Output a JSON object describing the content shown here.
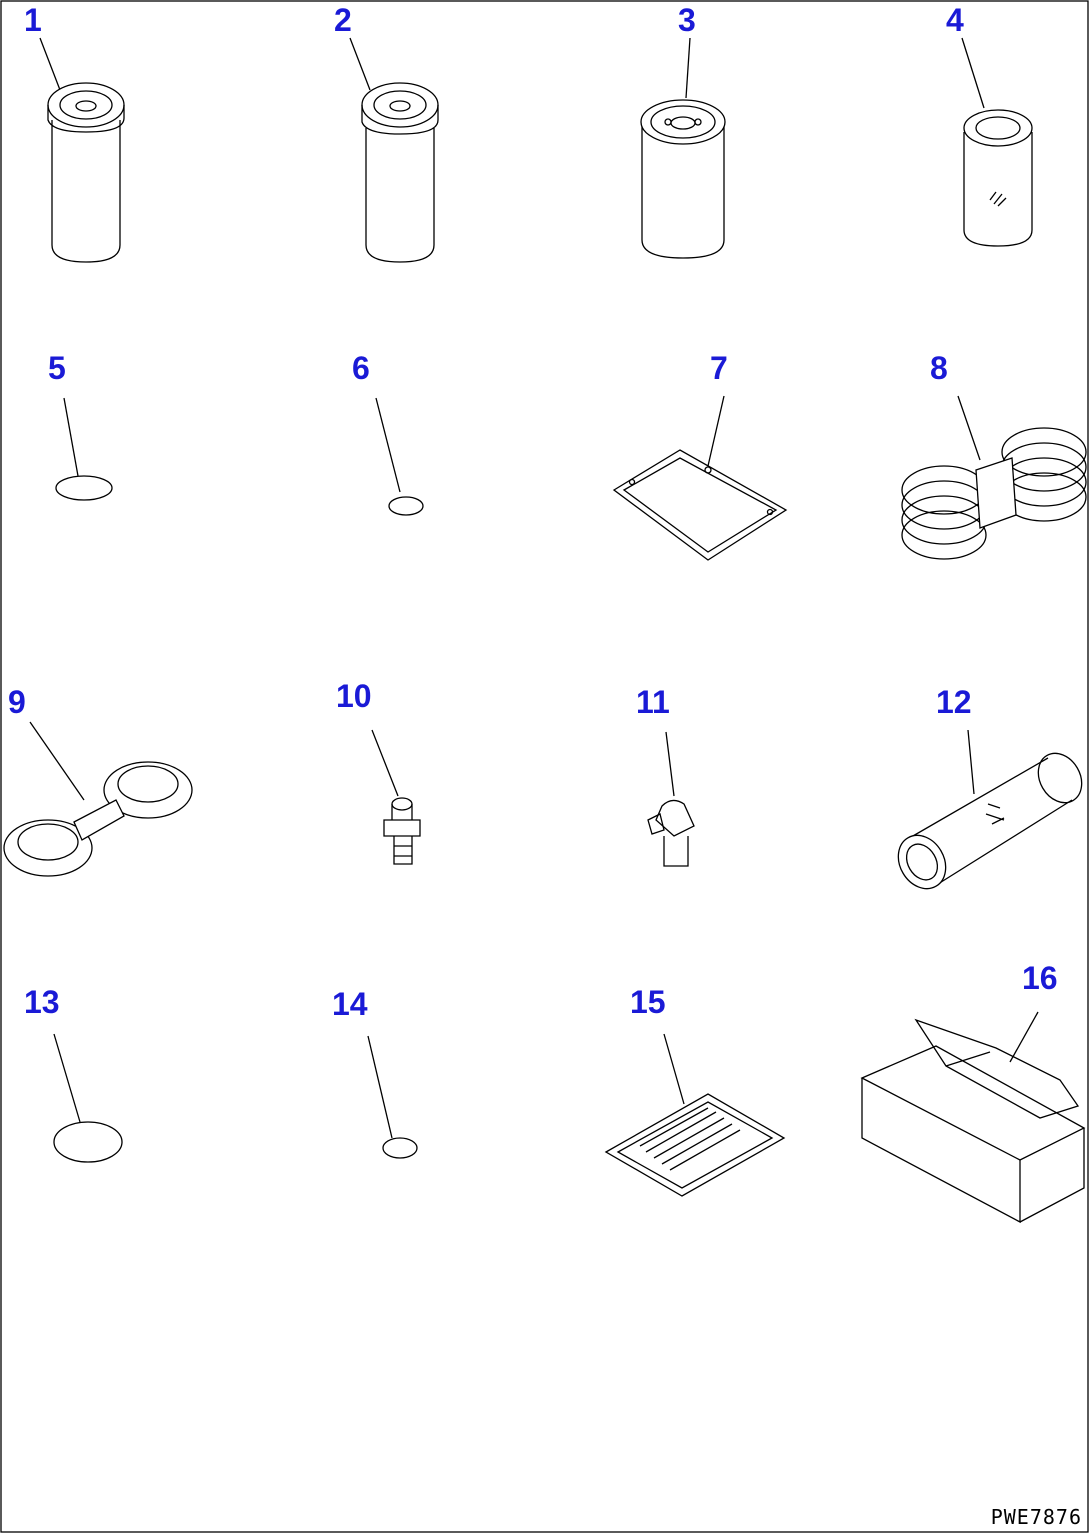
{
  "diagram": {
    "callouts": [
      "1",
      "2",
      "3",
      "4",
      "5",
      "6",
      "7",
      "8",
      "9",
      "10",
      "11",
      "12",
      "13",
      "14",
      "15",
      "16"
    ],
    "drawing_code": "PWE7876",
    "label_color": "#1a1ad6",
    "line_color": "#000000",
    "background": "#ffffff"
  }
}
